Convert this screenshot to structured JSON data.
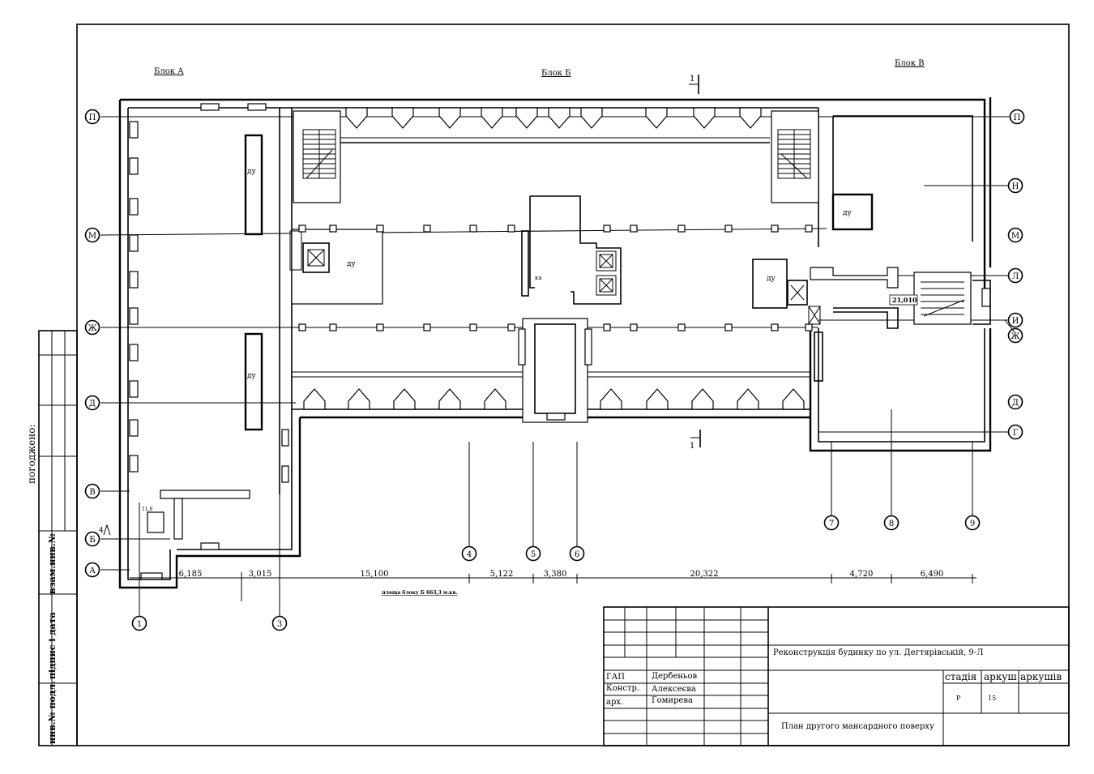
{
  "drawing": {
    "block_labels": {
      "a": "Блок А",
      "b": "Блок Б",
      "v": "Блок В"
    },
    "section_mark": "1",
    "room_labels": {
      "du": "ду",
      "level": "21,010",
      "ka": "ка",
      "small": "11,8",
      "level_mark": "4"
    },
    "area_note": "площа блоку Б  663,3 м.кв.",
    "row_axes": {
      "left": [
        "П",
        "М",
        "Ж",
        "Д",
        "В",
        "Б",
        "А"
      ],
      "right": [
        "П",
        "Н",
        "М",
        "Л",
        "И",
        "Ж",
        "Д",
        "Г"
      ]
    },
    "column_axes": [
      "1",
      "3",
      "4",
      "5",
      "6",
      "7",
      "8",
      "9"
    ],
    "dimensions": [
      "6,185",
      "3,015",
      "15,100",
      "5,122",
      "3,380",
      "20,322",
      "4,720",
      "6,490"
    ]
  },
  "approval_strip": {
    "label": "погоджено:",
    "fields": [
      "взам.инв.№",
      "підпис і дата",
      "инв.№ подл."
    ]
  },
  "title_block": {
    "project": "Реконструкція будинку по ул. Дегтярівській, 9-Л",
    "sheet_title": "План другого мансардного поверху",
    "headers": {
      "stage": "стадія",
      "sheet": "аркуш",
      "sheets": "аркушів"
    },
    "values": {
      "stage": "Р",
      "sheet": "15",
      "sheets": ""
    },
    "signatures": [
      {
        "role": "ГАП",
        "name": "Дербеньов"
      },
      {
        "role": "Констр.",
        "name": "Алексеєва"
      },
      {
        "role": "арх.",
        "name": "Гомирева"
      }
    ]
  }
}
